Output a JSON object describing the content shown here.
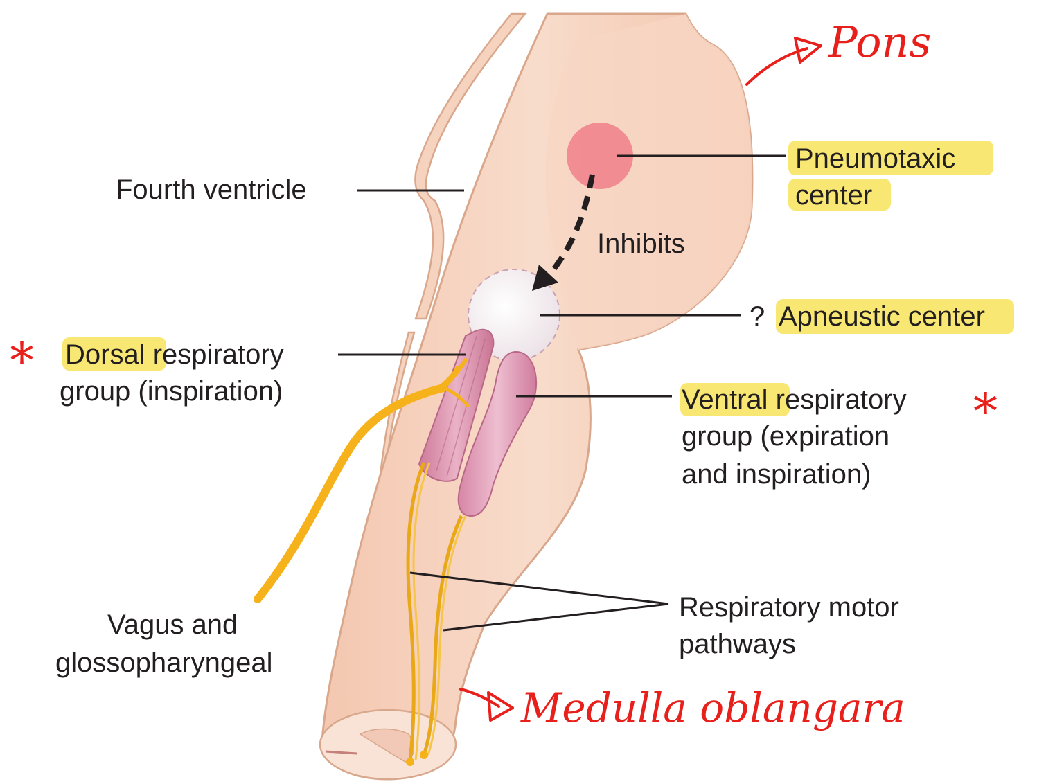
{
  "labels": {
    "pneumotaxic_line1": "Pneumotaxic",
    "pneumotaxic_line2": "center",
    "fourth_ventricle": "Fourth ventricle",
    "inhibits": "Inhibits",
    "apneustic_q": "?",
    "apneustic": "Apneustic center",
    "dorsal_word": "Dorsal",
    "dorsal_rest": " respiratory",
    "dorsal_line2": "group (inspiration)",
    "ventral_word": "Ventral",
    "ventral_rest": " respiratory",
    "ventral_line2": "group (expiration",
    "ventral_line3": "and inspiration)",
    "vagus_line1": "Vagus and",
    "vagus_line2": "glossopharyngeal",
    "motor_line1": "Respiratory motor",
    "motor_line2": "pathways"
  },
  "annotations": {
    "pons": "Pons",
    "medulla": "Medulla oblangara",
    "star": "*"
  },
  "colors": {
    "brainstem_fill": "#f6d3bf",
    "brainstem_stroke": "#d9a88c",
    "pneumotaxic": "#f0808a",
    "apneustic": "#f3eef0",
    "respiratory_groups": "#d98aa8",
    "nerves": "#f5b21b",
    "highlight": "#f7e45a",
    "handwriting": "#e8201b"
  }
}
